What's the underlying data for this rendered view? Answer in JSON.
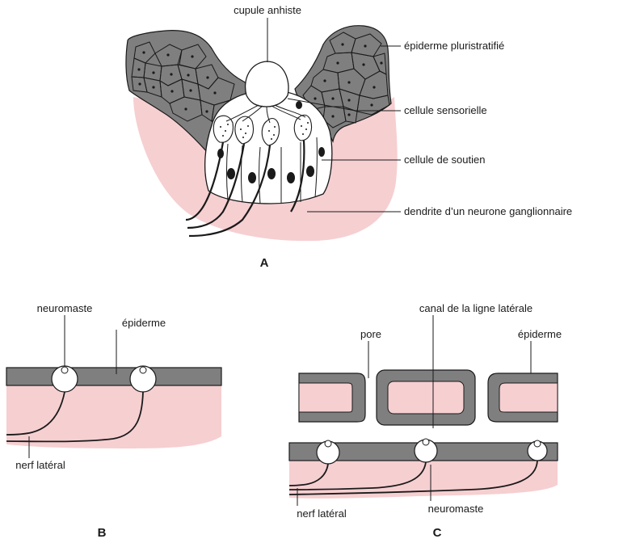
{
  "panels": {
    "a": {
      "letter": "A",
      "labels": {
        "cupule": "cupule anhiste",
        "epiderme": "épiderme pluristratifié",
        "sensorielle": "cellule sensorielle",
        "soutien": "cellule de soutien",
        "dendrite": "dendrite d’un neurone ganglionnaire"
      }
    },
    "b": {
      "letter": "B",
      "labels": {
        "neuromaste": "neuromaste",
        "epiderme": "épiderme",
        "nerf": "nerf latéral"
      }
    },
    "c": {
      "letter": "C",
      "labels": {
        "canal": "canal de la ligne latérale",
        "pore": "pore",
        "epiderme": "épiderme",
        "nerf": "nerf latéral",
        "neuromaste": "neuromaste"
      }
    }
  },
  "colors": {
    "epidermis": "#7f7f7f",
    "cell_fill": "#8c8c8c",
    "dermis": "#f6cfd1",
    "line": "#1a1a1a",
    "white": "#ffffff"
  }
}
